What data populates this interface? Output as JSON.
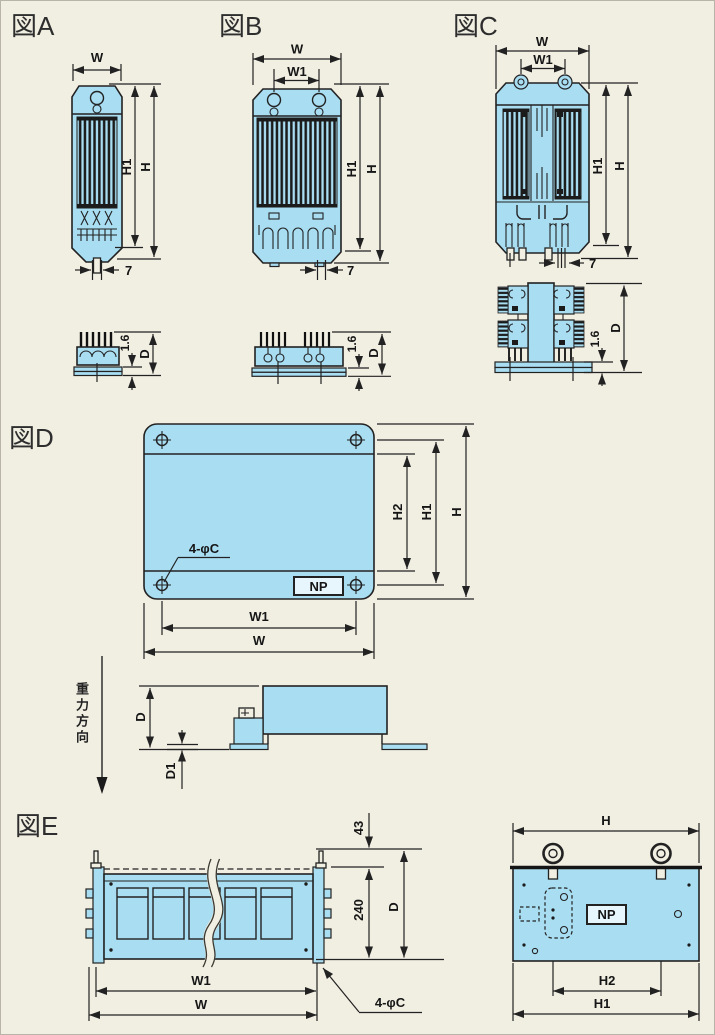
{
  "colors": {
    "background": "#f1eee2",
    "component_fill": "#a9ddf2",
    "line": "#222222",
    "nameplate_fill": "#e7f5fd"
  },
  "figure_a": {
    "title": "図A",
    "dim_width": "W",
    "dim_height_inner": "H1",
    "dim_height": "H",
    "dim_terminal": "7",
    "dim_plate_thickness": "1.6",
    "dim_depth": "D"
  },
  "figure_b": {
    "title": "図B",
    "dim_width": "W",
    "dim_width_inner": "W1",
    "dim_height_inner": "H1",
    "dim_height": "H",
    "dim_terminal": "7",
    "dim_plate_thickness": "1.6",
    "dim_depth": "D"
  },
  "figure_c": {
    "title": "図C",
    "dim_width": "W",
    "dim_width_inner": "W1",
    "dim_height_inner": "H1",
    "dim_height": "H",
    "dim_terminal": "7",
    "dim_plate_thickness": "1.6",
    "dim_depth": "D"
  },
  "figure_d": {
    "title": "図D",
    "mounting_holes": "4-φC",
    "nameplate": "NP",
    "dim_h2": "H2",
    "dim_h1": "H1",
    "dim_height": "H",
    "dim_w1": "W1",
    "dim_width": "W",
    "gravity_direction": "重力方向",
    "dim_depth": "D",
    "dim_d1": "D1"
  },
  "figure_e": {
    "title": "図E",
    "dim_top_offset": "43",
    "dim_body_height": "240",
    "dim_depth": "D",
    "dim_w1": "W1",
    "dim_width": "W",
    "mounting_holes": "4-φC",
    "dim_height": "H",
    "dim_h2": "H2",
    "dim_h1": "H1",
    "nameplate": "NP"
  }
}
